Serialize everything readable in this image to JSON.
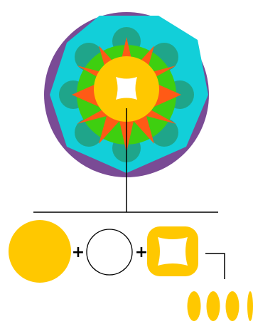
{
  "diagram": {
    "operators": {
      "plus_1": "+",
      "plus_2": "+"
    },
    "colors": {
      "outer_circle": "#7a4b95",
      "octagon": "#12cfd9",
      "petal_ring": "#1fa58a",
      "green_disk": "#3ecf10",
      "star_spikes": "#ff5a16",
      "yellow_center": "#ffc800",
      "white_square": "#ffffff",
      "line": "#000000",
      "outline_circle": "#000000"
    },
    "shapes": [
      {
        "name": "yellow-disk",
        "description_icon": "filled-circle-icon"
      },
      {
        "name": "outline-circle",
        "description_icon": "empty-circle-icon"
      },
      {
        "name": "rounded-square-frame",
        "description_icon": "frame-icon"
      },
      {
        "name": "ellipse-row",
        "description_icon": "ellipse-icon"
      }
    ]
  }
}
